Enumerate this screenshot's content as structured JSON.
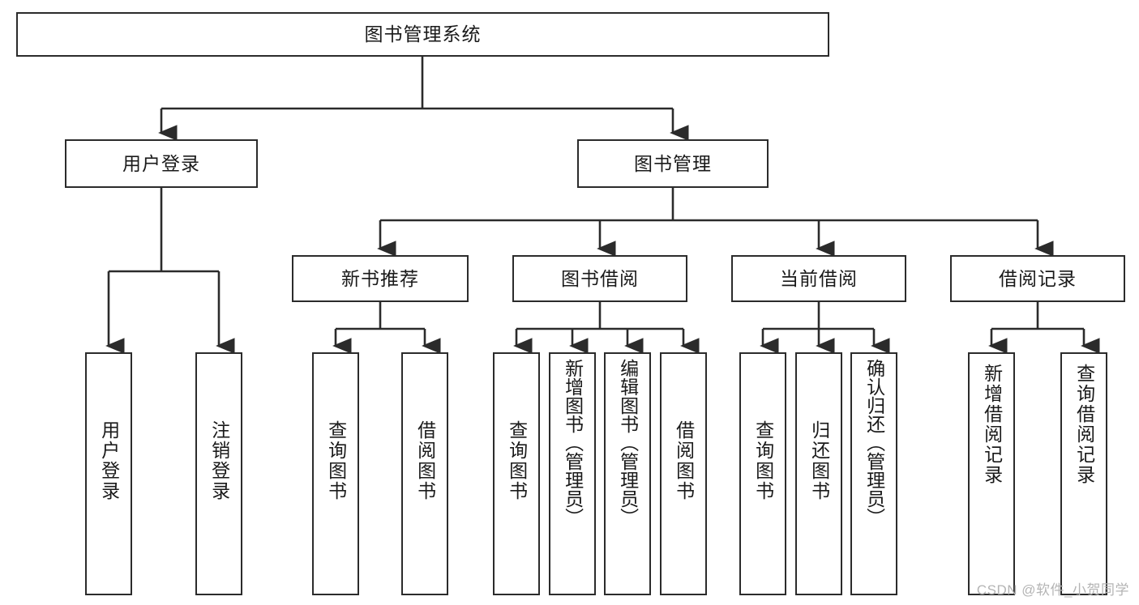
{
  "diagram": {
    "title_node": {
      "label": "图书管理系统"
    },
    "level2": [
      {
        "id": "user-login",
        "label": "用户登录"
      },
      {
        "id": "book-management",
        "label": "图书管理"
      }
    ],
    "level3": [
      {
        "id": "new-book-recommend",
        "label": "新书推荐"
      },
      {
        "id": "book-borrow",
        "label": "图书借阅"
      },
      {
        "id": "current-borrow",
        "label": "当前借阅"
      },
      {
        "id": "borrow-record",
        "label": "借阅记录"
      }
    ],
    "leaves": {
      "user_login": [
        {
          "id": "leaf-user-login",
          "label": "用户登录"
        },
        {
          "id": "leaf-logout-login",
          "label": "注销登录"
        }
      ],
      "new_book_recommend": [
        {
          "id": "leaf-query-book-1",
          "label": "查询图书"
        },
        {
          "id": "leaf-borrow-book-1",
          "label": "借阅图书"
        }
      ],
      "book_borrow": [
        {
          "id": "leaf-query-book-2",
          "label": "查询图书"
        },
        {
          "id": "leaf-add-book",
          "label": "新增图书（管理员）"
        },
        {
          "id": "leaf-edit-book",
          "label": "编辑图书（管理员）"
        },
        {
          "id": "leaf-borrow-book-2",
          "label": "借阅图书"
        }
      ],
      "current_borrow": [
        {
          "id": "leaf-query-book-3",
          "label": "查询图书"
        },
        {
          "id": "leaf-return-book",
          "label": "归还图书"
        },
        {
          "id": "leaf-confirm-return",
          "label": "确认归还（管理员）"
        }
      ],
      "borrow_record": [
        {
          "id": "leaf-add-record",
          "label": "新增借阅记录"
        },
        {
          "id": "leaf-query-record",
          "label": "查询借阅记录"
        }
      ]
    },
    "watermark": "CSDN @软件_小贺同学",
    "colors": {
      "stroke": "#2b2b2b",
      "fill": "#ffffff",
      "text": "#1a1a1a",
      "watermark": "#b4b4b4"
    }
  }
}
